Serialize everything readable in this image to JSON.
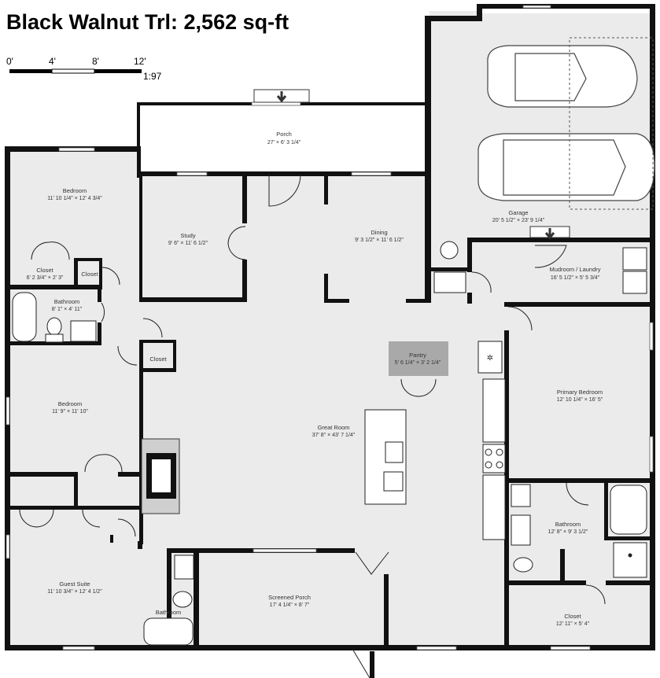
{
  "title": "Black Walnut Trl:  2,562 sq-ft",
  "scale": {
    "ticks": [
      "0'",
      "4'",
      "8'",
      "12'"
    ],
    "ratio": "1:97"
  },
  "rooms": {
    "porch": {
      "name": "Porch",
      "dim": "27' × 6' 3 1/4\""
    },
    "bedroom1": {
      "name": "Bedroom",
      "dim": "11' 10 1/4\" × 12' 4 3/4\""
    },
    "study": {
      "name": "Study",
      "dim": "9' 6\" × 11' 6 1/2\""
    },
    "dining": {
      "name": "Dining",
      "dim": "9' 3 1/2\" × 11' 6 1/2\""
    },
    "garage": {
      "name": "Garage",
      "dim": "20' 5 1/2\" × 23' 9 1/4\""
    },
    "closet1": {
      "name": "Closet",
      "dim": "6' 2 3/4\" × 2' 3\""
    },
    "closet_small": {
      "name": "Closet"
    },
    "mudroom": {
      "name": "Mudroom / Laundry",
      "dim": "16' 5 1/2\" × 5' 5 3/4\""
    },
    "bathroom1": {
      "name": "Bathroom",
      "dim": "8' 1\" × 4' 11\""
    },
    "closet_hall": {
      "name": "Closet"
    },
    "pantry": {
      "name": "Pantry",
      "dim": "5' 6 1/4\" × 3' 2 1/4\""
    },
    "primary": {
      "name": "Primary Bedroom",
      "dim": "12' 10 1/4\" × 16' 5\""
    },
    "bedroom2": {
      "name": "Bedroom",
      "dim": "11' 9\" × 11' 10\""
    },
    "great": {
      "name": "Great Room",
      "dim": "37' 8\" × 43' 7 1/4\""
    },
    "bathroom_primary": {
      "name": "Bathroom",
      "dim": "12' 8\" × 9' 3 1/2\""
    },
    "guest": {
      "name": "Guest Suite",
      "dim": "11' 10 3/4\" × 12' 4 1/2\""
    },
    "screened": {
      "name": "Screened Porch",
      "dim": "17' 4 1/4\" × 8' 7\""
    },
    "closet_primary": {
      "name": "Closet",
      "dim": "12' 11\" × 5' 4\""
    },
    "bathroom_guest": {
      "name": "Bathroom"
    }
  }
}
